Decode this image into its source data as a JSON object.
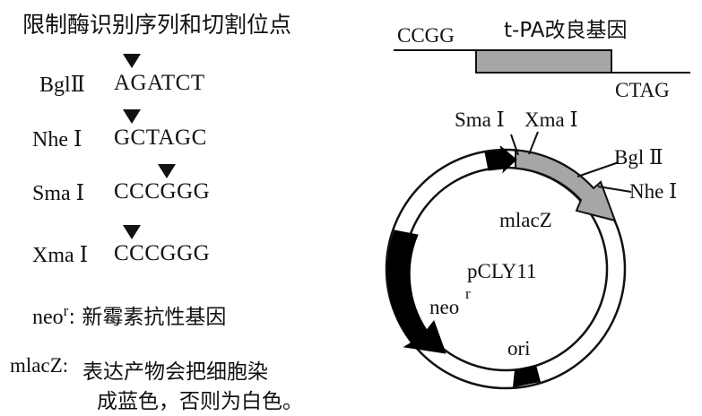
{
  "left_panel": {
    "title": "限制酶识别序列和切割位点",
    "enzymes": [
      {
        "name": "BglⅡ",
        "sequence": "AGATCT"
      },
      {
        "name": "Nhe Ⅰ",
        "sequence": "GCTAGC"
      },
      {
        "name": "Sma Ⅰ",
        "sequence": "CCCGGG"
      },
      {
        "name": "Xma Ⅰ",
        "sequence": "CCCGGG"
      }
    ],
    "legend": {
      "neo_term": "neo",
      "neo_sup": "r",
      "neo_desc": ": 新霉素抗性基因",
      "mlacz_term": "mlacZ:",
      "mlacz_desc_line1": "表达产物会把细胞染",
      "mlacz_desc_line2": "成蓝色，否则为白色。"
    }
  },
  "gene_fragment": {
    "left_end": "CCGG",
    "label": "t-PA改良基因",
    "right_end": "CTAG",
    "fill_color": "#a6a6a6"
  },
  "plasmid": {
    "name": "pCLY11",
    "sites": [
      "Sma Ⅰ",
      "Xma Ⅰ",
      "Bgl Ⅱ",
      "Nhe Ⅰ"
    ],
    "genes": {
      "mlacz": "mlacZ",
      "neo": "neo",
      "neo_sup": "r",
      "ori": "ori"
    },
    "colors": {
      "mlacz": "#a6a6a6",
      "marker": "#000000"
    }
  }
}
